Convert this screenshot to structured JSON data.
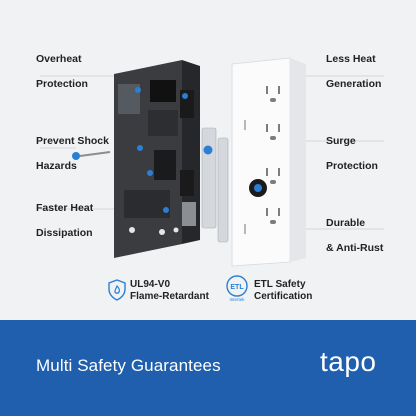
{
  "features_left": [
    {
      "line1": "Overheat",
      "line2": "Protection"
    },
    {
      "line1": "Prevent Shock",
      "line2": "Hazards"
    },
    {
      "line1": "Faster Heat",
      "line2": "Dissipation"
    }
  ],
  "features_right": [
    {
      "line1": "Less Heat",
      "line2": "Generation"
    },
    {
      "line1": "Surge",
      "line2": "Protection"
    },
    {
      "line1": "Durable",
      "line2": "& Anti-Rust"
    }
  ],
  "certifications": [
    {
      "icon": "flame-shield-icon",
      "line1": "UL94-V0",
      "line2": "Flame-Retardant"
    },
    {
      "icon": "etl-listed-icon",
      "line1": "ETL Safety",
      "line2": "Certification",
      "badge_text": "ETL",
      "badge_subtext": "Intertek"
    }
  ],
  "footer": {
    "title": "Multi Safety Guarantees",
    "brand": "tapo",
    "background": "#1f5fae"
  },
  "colors": {
    "accent_blue": "#1f5fae",
    "highlight_blue": "#2a7fd4"
  }
}
